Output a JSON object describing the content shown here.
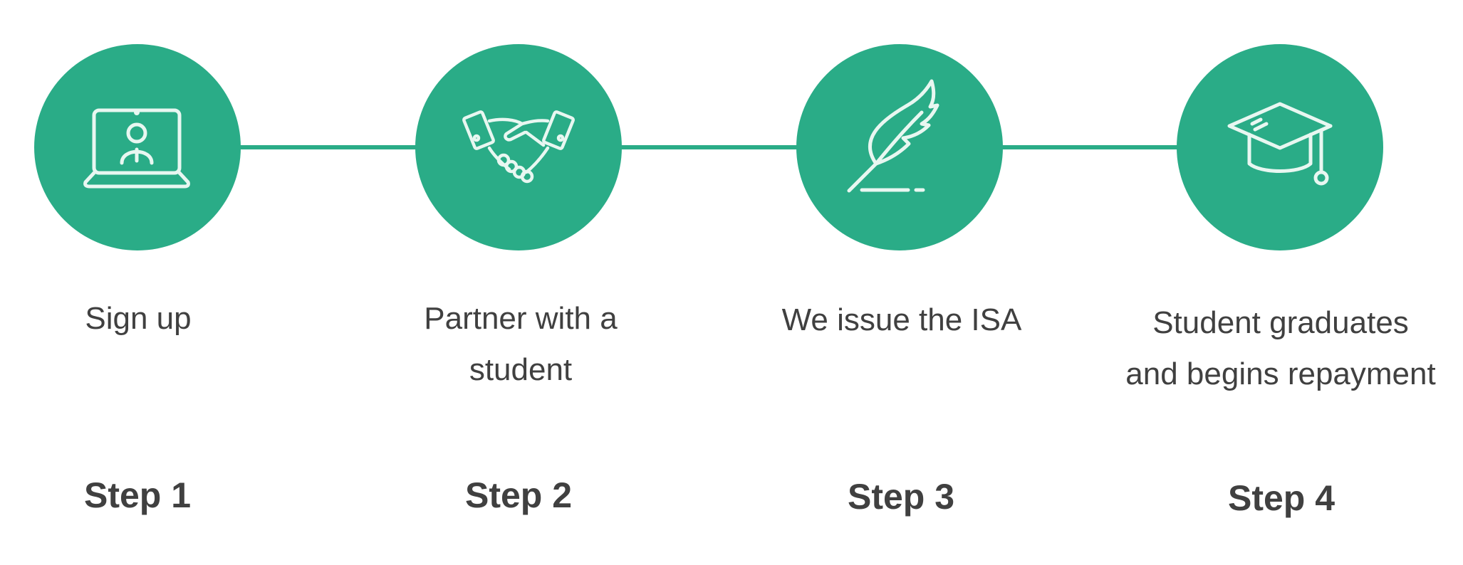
{
  "accent_color": "#2aac87",
  "text_color": "#404040",
  "steps": [
    {
      "icon": "laptop-user-icon",
      "description": "Sign up",
      "label": "Step 1"
    },
    {
      "icon": "handshake-icon",
      "description": "Partner with a\nstudent",
      "label": "Step 2"
    },
    {
      "icon": "quill-feather-icon",
      "description": "We issue the ISA",
      "label": "Step 3"
    },
    {
      "icon": "graduation-cap-icon",
      "description": "Student graduates\nand begins repayment",
      "label": "Step 4"
    }
  ]
}
